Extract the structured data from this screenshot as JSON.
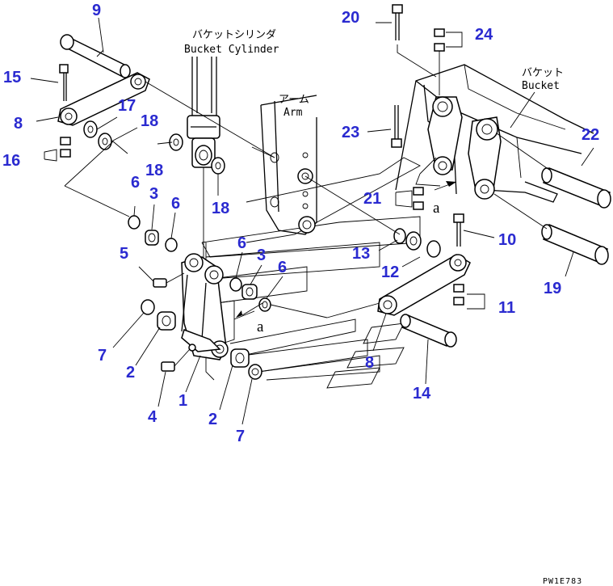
{
  "diagram": {
    "captions": {
      "bucket_cylinder_jp": "バケットシリンダ",
      "bucket_cylinder_en": "Bucket Cylinder",
      "arm_jp": "アーム",
      "arm_en": "Arm",
      "bucket_jp": "バケット",
      "bucket_en": "Bucket"
    },
    "reference_letter": "a",
    "drawing_code": "PW1E783",
    "part_numbers": {
      "p1": "1",
      "p2a": "2",
      "p2b": "2",
      "p3a": "3",
      "p3b": "3",
      "p4": "4",
      "p5": "5",
      "p6a": "6",
      "p6b": "6",
      "p6c": "6",
      "p6d": "6",
      "p7a": "7",
      "p7b": "7",
      "p8a": "8",
      "p8b": "8",
      "p9": "9",
      "p10": "10",
      "p11": "11",
      "p12": "12",
      "p13": "13",
      "p14": "14",
      "p15": "15",
      "p16": "16",
      "p17": "17",
      "p18a": "18",
      "p18b": "18",
      "p18c": "18",
      "p19": "19",
      "p20": "20",
      "p21": "21",
      "p22": "22",
      "p23": "23",
      "p24": "24"
    },
    "colors": {
      "callout": "#2a2ad0",
      "line": "#000000",
      "background": "#ffffff"
    }
  }
}
